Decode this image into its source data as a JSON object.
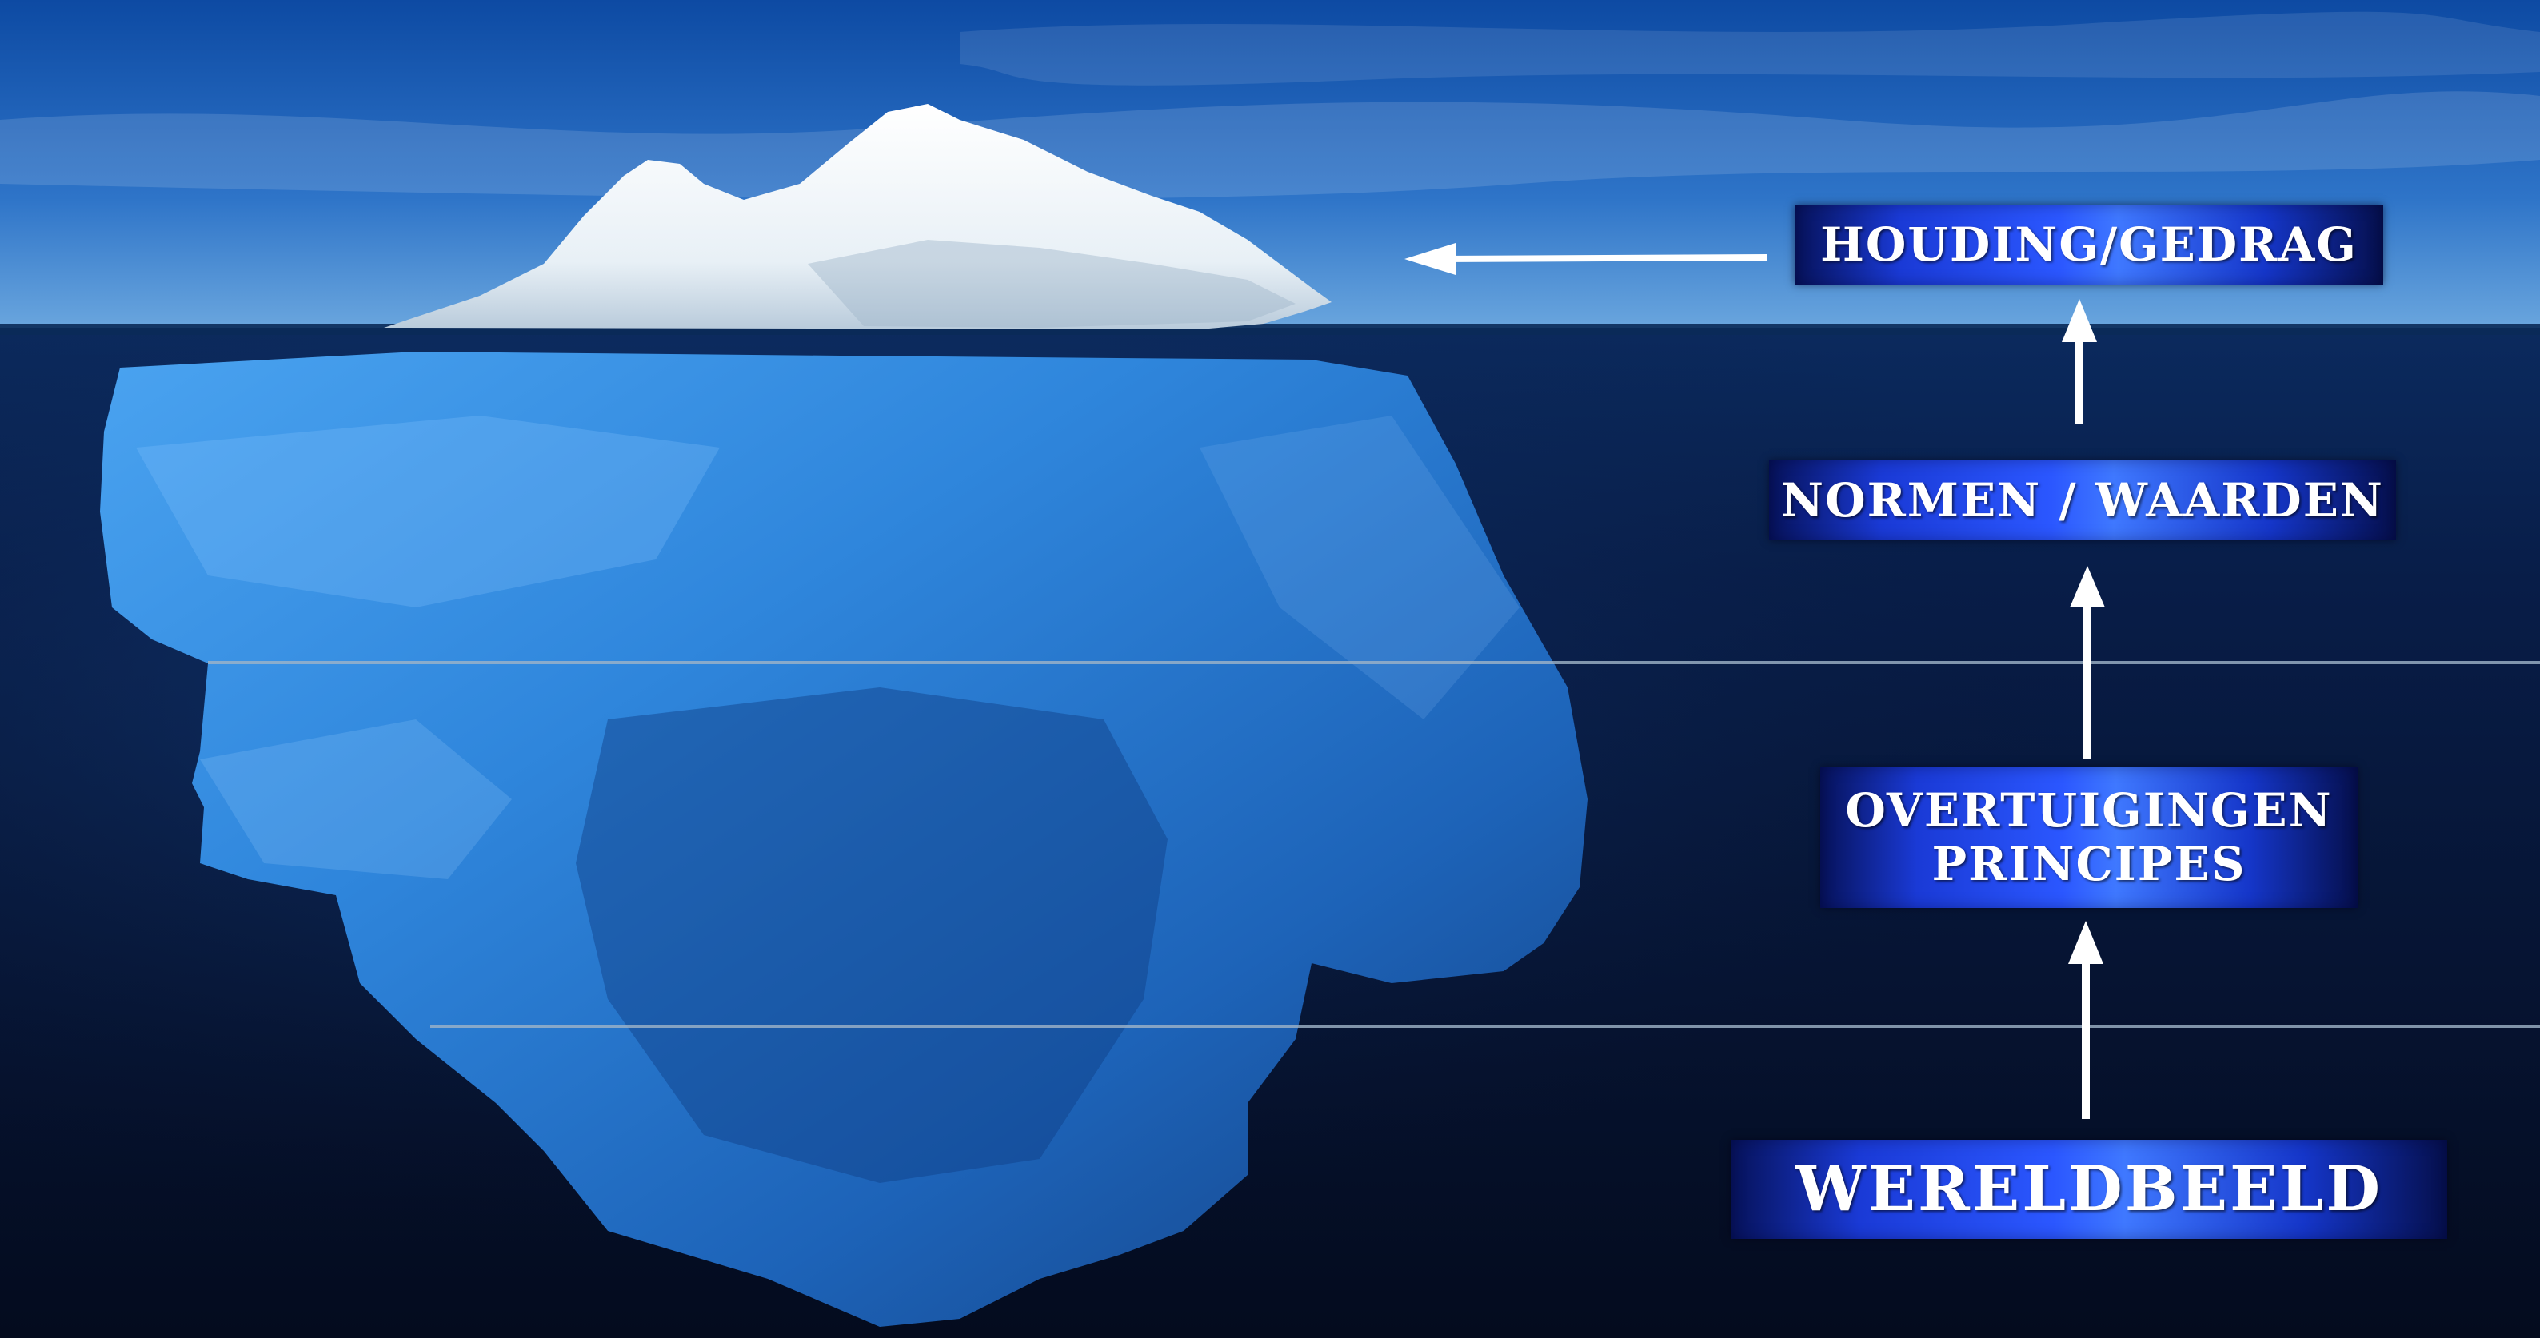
{
  "diagram": {
    "labels": {
      "houding": "HOUDING/GEDRAG",
      "normen": "NORMEN / WAARDEN",
      "overtuigingen_line1": "OVERTUIGINGEN",
      "overtuigingen_line2": "PRINCIPES",
      "wereldbeeld": "WERELDBEELD"
    },
    "colors": {
      "sky_top": "#0f4fa8",
      "sky_bottom": "#5a97d6",
      "deep_water": "#05102a",
      "ice_above": "#f4f8fb",
      "ice_below": "#2f8be0",
      "label_fill": "#2b57ff",
      "arrow": "#ffffff"
    }
  }
}
